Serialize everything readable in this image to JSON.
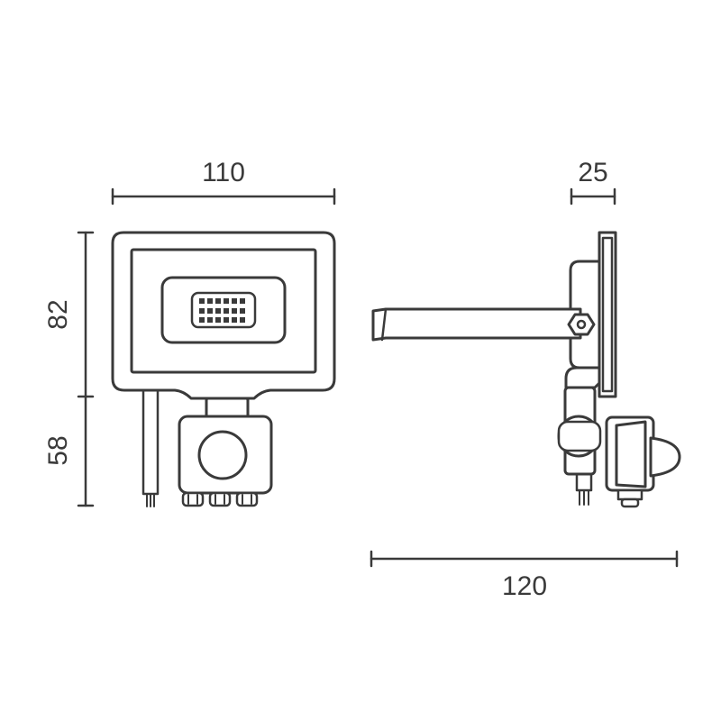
{
  "dimensions": {
    "front_width": "110",
    "front_upper_height": "82",
    "front_lower_height": "58",
    "side_depth": "25",
    "side_length": "120"
  },
  "colors": {
    "line": "#3a3a3a",
    "background": "#ffffff"
  }
}
